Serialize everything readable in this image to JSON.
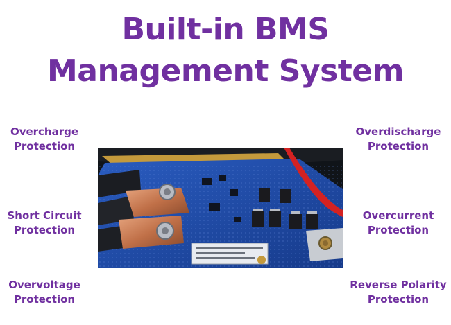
{
  "header": {
    "title_line1": "Built-in BMS",
    "title_line2": "Management System"
  },
  "features": {
    "overcharge": {
      "line1": "Overcharge",
      "line2": "Protection"
    },
    "overdischarge": {
      "line1": "Overdischarge",
      "line2": "Protection"
    },
    "short_circuit": {
      "line1": "Short Circuit",
      "line2": "Protection"
    },
    "overcurrent": {
      "line1": "Overcurrent",
      "line2": "Protection"
    },
    "overvoltage": {
      "line1": "Overvoltage",
      "line2": "Protection"
    },
    "reverse_polarity": {
      "line1": "Reverse Polarity",
      "line2": "Protection"
    }
  },
  "colors": {
    "accent": "#7030a0",
    "board_blue": "#1f4aa8",
    "copper": "#c8805a",
    "cable_red": "#d42222"
  }
}
